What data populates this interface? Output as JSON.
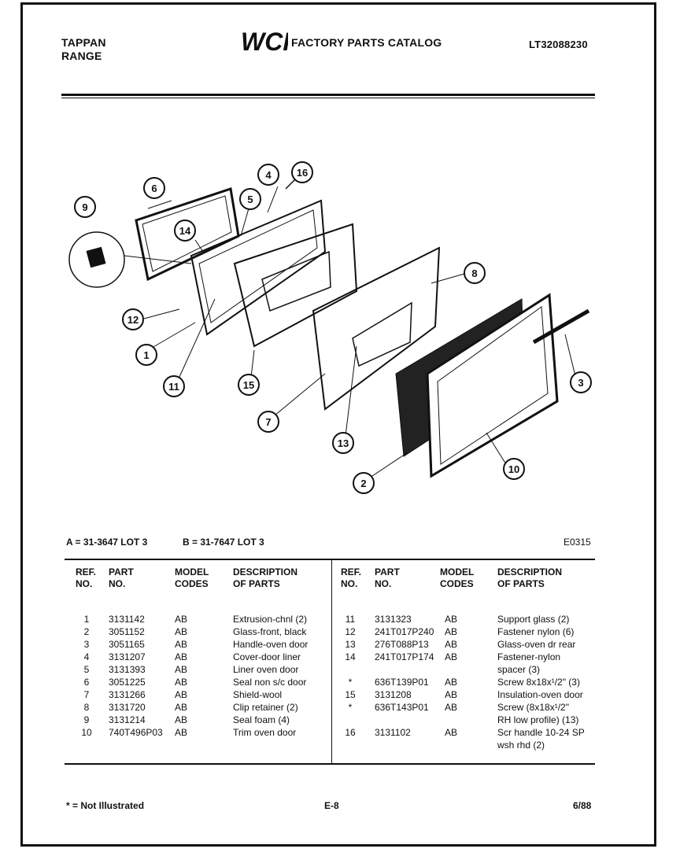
{
  "header": {
    "brand_line1": "TAPPAN",
    "brand_line2": "RANGE",
    "logo_text": "WCI",
    "catalog_title": "FACTORY PARTS CATALOG",
    "model_number": "LT32088230"
  },
  "diagram": {
    "callouts": [
      "1",
      "2",
      "3",
      "4",
      "5",
      "6",
      "7",
      "8",
      "9",
      "10",
      "11",
      "12",
      "13",
      "14",
      "15",
      "16"
    ]
  },
  "lots": {
    "a": "A = 31-3647 LOT 3",
    "b": "B = 31-7647 LOT 3",
    "code": "E0315"
  },
  "table": {
    "headers": {
      "ref": [
        "REF.",
        "NO."
      ],
      "part": [
        "PART",
        "NO."
      ],
      "model": [
        "MODEL",
        "CODES"
      ],
      "desc": [
        "DESCRIPTION",
        "OF PARTS"
      ]
    },
    "left_rows": [
      {
        "ref": "1",
        "part": "3131142",
        "code": "AB",
        "desc": "Extrusion-chnl (2)"
      },
      {
        "ref": "2",
        "part": "3051152",
        "code": "AB",
        "desc": "Glass-front, black"
      },
      {
        "ref": "3",
        "part": "3051165",
        "code": "AB",
        "desc": "Handle-oven door"
      },
      {
        "ref": "4",
        "part": "3131207",
        "code": "AB",
        "desc": "Cover-door liner"
      },
      {
        "ref": "5",
        "part": "3131393",
        "code": "AB",
        "desc": "Liner oven door"
      },
      {
        "ref": "6",
        "part": "3051225",
        "code": "AB",
        "desc": "Seal non s/c door"
      },
      {
        "ref": "7",
        "part": "3131266",
        "code": "AB",
        "desc": "Shield-wool"
      },
      {
        "ref": "8",
        "part": "3131720",
        "code": "AB",
        "desc": "Clip retainer (2)"
      },
      {
        "ref": "9",
        "part": "3131214",
        "code": "AB",
        "desc": "Seal foam (4)"
      },
      {
        "ref": "10",
        "part": "740T496P03",
        "code": "AB",
        "desc": "Trim oven door"
      }
    ],
    "right_rows": [
      {
        "ref": "11",
        "part": "3131323",
        "code": "AB",
        "desc": "Support glass (2)"
      },
      {
        "ref": "12",
        "part": "241T017P240",
        "code": "AB",
        "desc": "Fastener nylon (6)"
      },
      {
        "ref": "13",
        "part": "276T088P13",
        "code": "AB",
        "desc": "Glass-oven dr rear"
      },
      {
        "ref": "14",
        "part": "241T017P174",
        "code": "AB",
        "desc": "Fastener-nylon"
      },
      {
        "ref": "",
        "part": "",
        "code": "",
        "desc": "spacer (3)"
      },
      {
        "ref": "*",
        "part": "636T139P01",
        "code": "AB",
        "desc": "Screw 8x18x¹/2\" (3)"
      },
      {
        "ref": "15",
        "part": "3131208",
        "code": "AB",
        "desc": "Insulation-oven door"
      },
      {
        "ref": "*",
        "part": "636T143P01",
        "code": "AB",
        "desc": "Screw (8x18x¹/2\""
      },
      {
        "ref": "",
        "part": "",
        "code": "",
        "desc": "RH low profile) (13)"
      },
      {
        "ref": "16",
        "part": "3131102",
        "code": "AB",
        "desc": "Scr handle 10-24 SP"
      },
      {
        "ref": "",
        "part": "",
        "code": "",
        "desc": "wsh rhd (2)"
      }
    ]
  },
  "footer": {
    "note": "* = Not Illustrated",
    "page": "E-8",
    "date": "6/88"
  }
}
